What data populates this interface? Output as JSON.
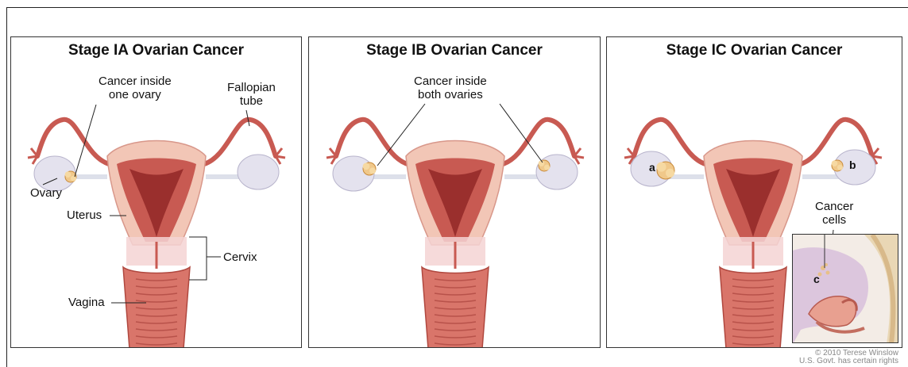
{
  "panels": [
    {
      "title": "Stage IA Ovarian Cancer",
      "labels": {
        "cancer": "Cancer inside\none ovary",
        "fallopian": "Fallopian\ntube",
        "ovary": "Ovary",
        "uterus": "Uterus",
        "cervix": "Cervix",
        "vagina": "Vagina"
      }
    },
    {
      "title": "Stage IB Ovarian Cancer",
      "labels": {
        "cancer": "Cancer inside\nboth ovaries"
      }
    },
    {
      "title": "Stage IC Ovarian Cancer",
      "labels": {
        "a": "a",
        "b": "b",
        "c": "c",
        "cells": "Cancer\ncells"
      }
    }
  ],
  "credit": {
    "line1": "© 2010 Terese Winslow",
    "line2": "U.S. Govt. has certain rights"
  },
  "colors": {
    "uterus_fill": "#f2c6b6",
    "uterus_inner": "#c85a52",
    "cavity": "#9a2f2d",
    "ovary": "#e4e2ee",
    "tumor": "#f0c88a",
    "cervix_band": "#f4d4d4"
  }
}
